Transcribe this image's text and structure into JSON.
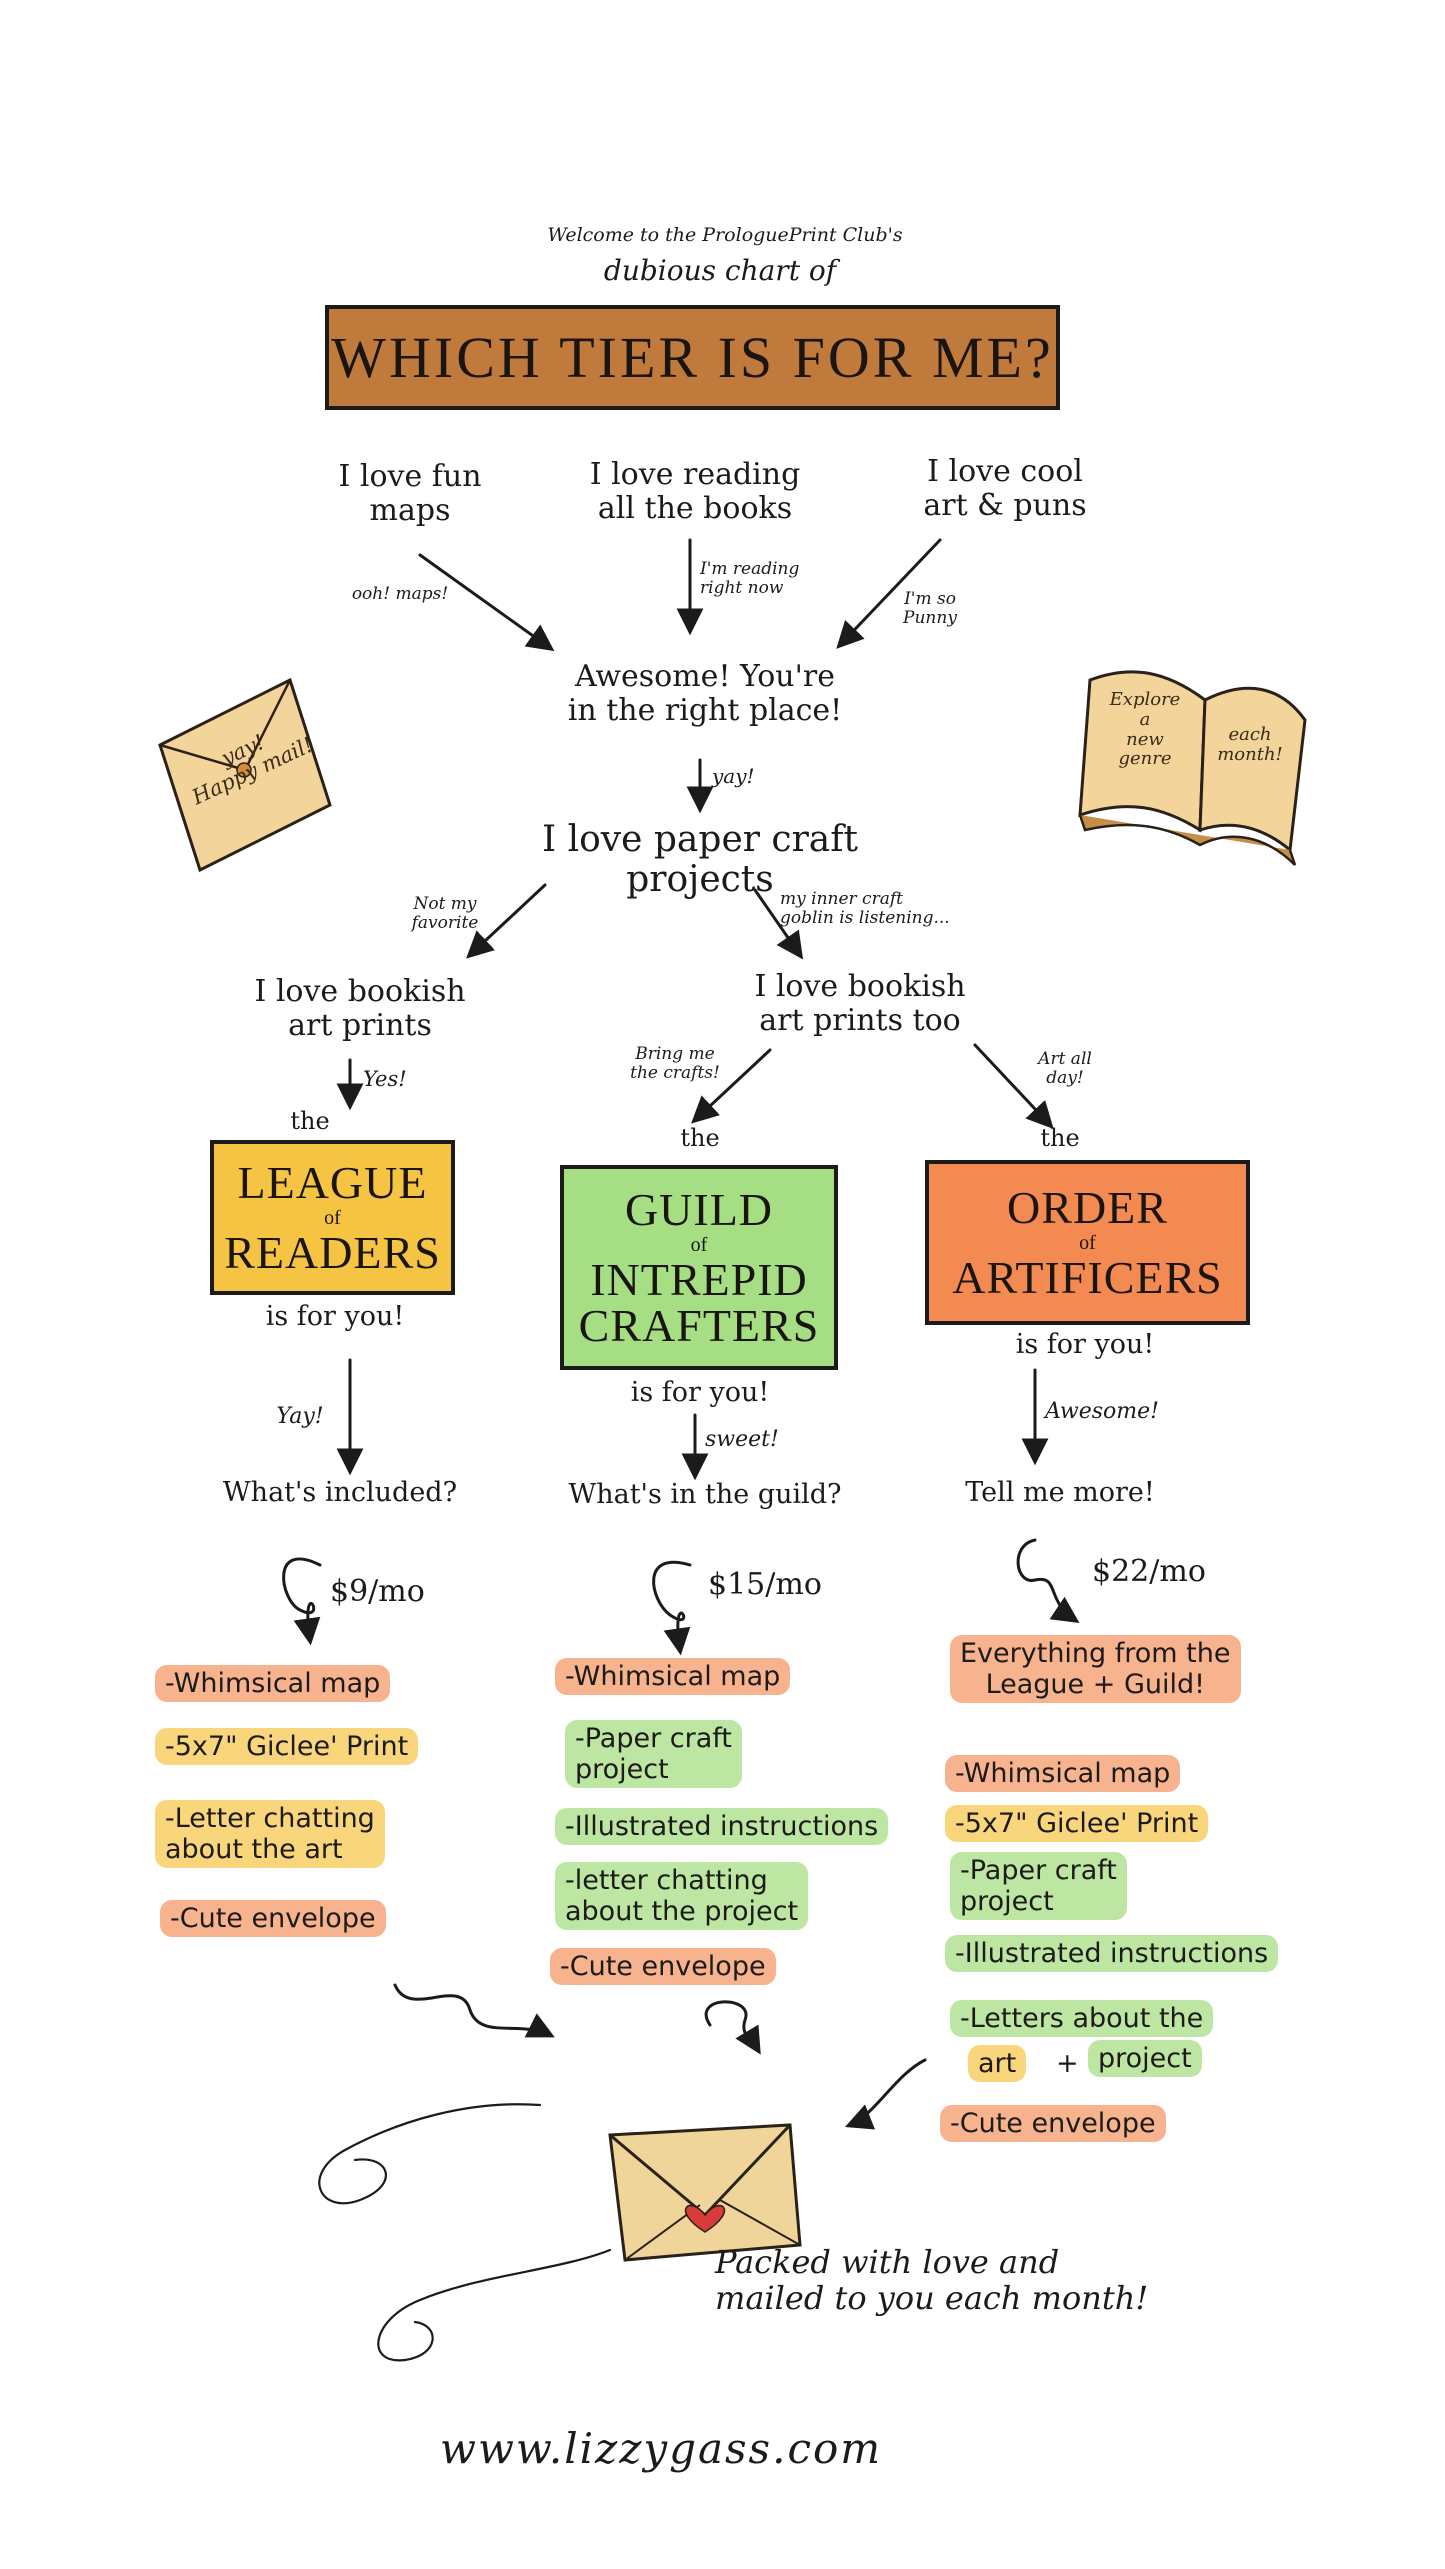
{
  "header": {
    "welcome": "Welcome to the ProloguePrint Club's",
    "subtitle": "dubious chart of",
    "title": "WHICH TIER IS FOR ME?"
  },
  "start": {
    "options": [
      "I love fun\nmaps",
      "I love reading\nall the books",
      "I love cool\nart & puns"
    ],
    "arrow_labels": [
      "ooh! maps!",
      "I'm reading\nright now",
      "I'm so\nPunny"
    ]
  },
  "awesome_node": "Awesome! You're\nin the right place!",
  "yay_label": "yay!",
  "paper_node": "I love paper craft\nprojects",
  "branch_labels": {
    "no": "Not my\nfavorite",
    "yes": "my inner craft\ngoblin is listening..."
  },
  "left_node": "I love bookish\nart prints",
  "right_node": "I love bookish\nart prints too",
  "yes_label": "Yes!",
  "crafts_label": "Bring me\nthe crafts!",
  "art_label": "Art all\nday!",
  "common": {
    "the": "the",
    "of": "of",
    "for_you": "is for you!"
  },
  "tiers": [
    {
      "name_top": "LEAGUE",
      "name_bottom": "READERS",
      "arrow_label": "Yay!",
      "question": "What's included?",
      "price": "$9/mo",
      "items": [
        {
          "text": "-Whimsical map",
          "hl": "orange"
        },
        {
          "text": "-5x7\" Giclee' Print",
          "hl": "yellow"
        },
        {
          "text": "-Letter chatting\nabout the art",
          "hl": "yellow"
        },
        {
          "text": "-Cute envelope",
          "hl": "orange"
        }
      ]
    },
    {
      "name_top": "GUILD",
      "name_middle": "INTREPID",
      "name_bottom": "CRAFTERS",
      "arrow_label": "sweet!",
      "question": "What's in the guild?",
      "price": "$15/mo",
      "items": [
        {
          "text": "-Whimsical map",
          "hl": "orange"
        },
        {
          "text": "-Paper craft\nproject",
          "hl": "green"
        },
        {
          "text": "-Illustrated instructions",
          "hl": "green"
        },
        {
          "text": "-letter chatting\nabout the project",
          "hl": "green"
        },
        {
          "text": "-Cute envelope",
          "hl": "orange"
        }
      ]
    },
    {
      "name_top": "ORDER",
      "name_bottom": "ARTIFICERS",
      "arrow_label": "Awesome!",
      "question": "Tell me more!",
      "price": "$22/mo",
      "items": [
        {
          "text": "Everything from the\nLeague + Guild!",
          "hl": "orange"
        },
        {
          "text": "-Whimsical map",
          "hl": "orange"
        },
        {
          "text": "-5x7\" Giclee' Print",
          "hl": "yellow"
        },
        {
          "text": "-Paper craft\nproject",
          "hl": "green"
        },
        {
          "text": "-Illustrated instructions",
          "hl": "green"
        },
        {
          "text": "-Letters about the",
          "hl": "green"
        },
        {
          "text": "art",
          "hl": "yellow"
        },
        {
          "text": "+",
          "hl": "none"
        },
        {
          "text": "project",
          "hl": "green"
        },
        {
          "text": "-Cute envelope",
          "hl": "orange"
        }
      ]
    }
  ],
  "stickers": {
    "envelope": "yay!\nHappy mail!",
    "book_left": "Explore\na\nnew\ngenre",
    "book_right": "each\nmonth!"
  },
  "footer": {
    "packed": "Packed with love and\nmailed to you each month!",
    "url": "www.lizzygass.com"
  },
  "colors": {
    "banner": "#c07b3c",
    "league": "#f6c443",
    "guild": "#a5de83",
    "order": "#f38a52"
  }
}
